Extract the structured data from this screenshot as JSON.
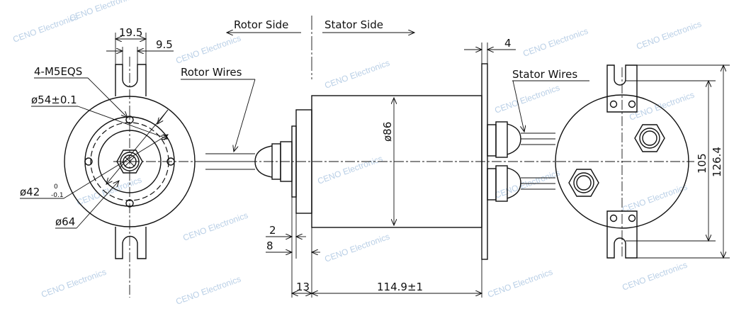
{
  "watermark": "CENO Electronics",
  "headers": {
    "rotor_side": "Rotor Side",
    "stator_side": "Stator Side"
  },
  "labels": {
    "rotor_wires": "Rotor Wires",
    "stator_wires": "Stator Wires",
    "holes": "4-M5EQS"
  },
  "dimensions": {
    "tab_width": "19.5",
    "slot_width": "9.5",
    "bolt_circle": "ø54±0.1",
    "pilot_dia": "ø42",
    "pilot_tol_upper": "0",
    "pilot_tol_lower": "-0.1",
    "outer_dia": "ø64",
    "body_dia": "ø86",
    "flange_thk": "4",
    "d2": "2",
    "d8": "8",
    "d13": "13",
    "length": "114.9±1",
    "mount_spacing": "105",
    "overall_height": "126.4"
  }
}
